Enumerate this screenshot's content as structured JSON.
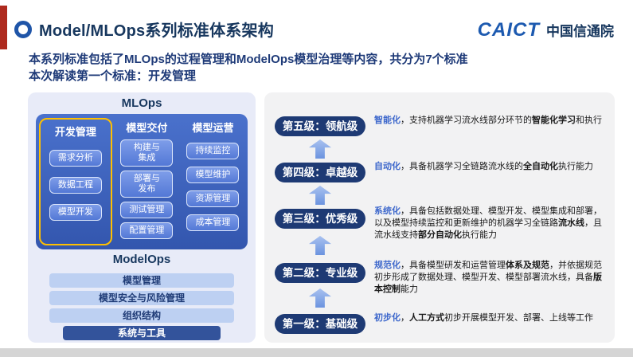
{
  "slide": {
    "title": "Model/MLOps系列标准体系架构",
    "logo": {
      "caict": "CAICT",
      "name_cn": "中国信通院"
    },
    "intro_line1": "本系列标准包括了MLOps的过程管理和ModelOps模型治理等内容，共分为7个标准",
    "intro_line2": "本次解读第一个标准：开发管理"
  },
  "left_panel": {
    "mlops_label": "MLOps",
    "columns": [
      {
        "header": "开发管理",
        "highlighted": true,
        "items": [
          "需求分析",
          "数据工程",
          "模型开发"
        ]
      },
      {
        "header": "模型交付",
        "highlighted": false,
        "items": [
          "构建与\n集成",
          "部署与\n发布",
          "测试管理",
          "配置管理"
        ]
      },
      {
        "header": "模型运营",
        "highlighted": false,
        "items": [
          "持续监控",
          "模型维护",
          "资源管理",
          "成本管理"
        ]
      }
    ],
    "modelops_label": "ModelOps",
    "bars": [
      {
        "label": "模型管理",
        "variant": "light"
      },
      {
        "label": "模型安全与风险管理",
        "variant": "light"
      },
      {
        "label": "组织结构",
        "variant": "light"
      },
      {
        "label": "系统与工具",
        "variant": "dark"
      }
    ]
  },
  "right_panel": {
    "levels": [
      {
        "name": "第五级：领航级",
        "segments": [
          {
            "text": "智能化",
            "style": "keyword"
          },
          {
            "text": "，支持机器学习流水线部分环节的",
            "style": "normal"
          },
          {
            "text": "智能化学习",
            "style": "bold"
          },
          {
            "text": "和执行",
            "style": "normal"
          }
        ]
      },
      {
        "name": "第四级：卓越级",
        "segments": [
          {
            "text": "自动化",
            "style": "keyword"
          },
          {
            "text": "，具备机器学习全链路流水线的",
            "style": "normal"
          },
          {
            "text": "全自动化",
            "style": "bold"
          },
          {
            "text": "执行能力",
            "style": "normal"
          }
        ]
      },
      {
        "name": "第三级：优秀级",
        "segments": [
          {
            "text": "系统化",
            "style": "keyword"
          },
          {
            "text": "，具备包括数据处理、模型开发、模型集成和部署，以及模型持续监控和更新维护的机器学习全链路",
            "style": "normal"
          },
          {
            "text": "流水线",
            "style": "bold"
          },
          {
            "text": "，且流水线支持",
            "style": "normal"
          },
          {
            "text": "部分自动化",
            "style": "bold"
          },
          {
            "text": "执行能力",
            "style": "normal"
          }
        ]
      },
      {
        "name": "第二级：专业级",
        "segments": [
          {
            "text": "规范化",
            "style": "keyword"
          },
          {
            "text": "，具备模型研发和运营管理",
            "style": "normal"
          },
          {
            "text": "体系及规范",
            "style": "bold"
          },
          {
            "text": "，并依据规范初步形成了数据处理、模型开发、模型部署流水线，具备",
            "style": "normal"
          },
          {
            "text": "版本控制",
            "style": "bold"
          },
          {
            "text": "能力",
            "style": "normal"
          }
        ]
      },
      {
        "name": "第一级：基础级",
        "segments": [
          {
            "text": "初步化",
            "style": "keyword"
          },
          {
            "text": "，",
            "style": "normal"
          },
          {
            "text": "人工方式",
            "style": "bold"
          },
          {
            "text": "初步开展模型开发、部署、上线等工作",
            "style": "normal"
          }
        ]
      }
    ]
  },
  "colors": {
    "accent_navy": "#1E3A74",
    "keyword_blue": "#3E68CC",
    "highlight_yellow": "#FFC000",
    "panel_blue": "#3A5FBE",
    "light_blue_bar": "#BDD0F2",
    "red_stripe": "#AE2A1E"
  }
}
